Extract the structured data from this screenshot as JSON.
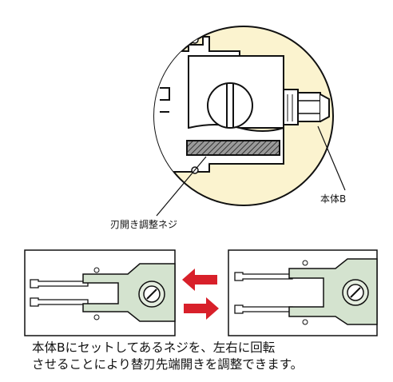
{
  "callouts": {
    "body_b": "本体B",
    "adjust_screw": "刃開き調整ネジ"
  },
  "caption": {
    "line1": "本体Bにセットしてあるネジを、左右に回転",
    "line2": "させることにより替刃先端開きを調整できます。"
  },
  "colors": {
    "magnifier_fill": "#fbf3cf",
    "tool_body": "#d4e3cf",
    "arrow": "#d8202a",
    "outline": "#111111"
  }
}
